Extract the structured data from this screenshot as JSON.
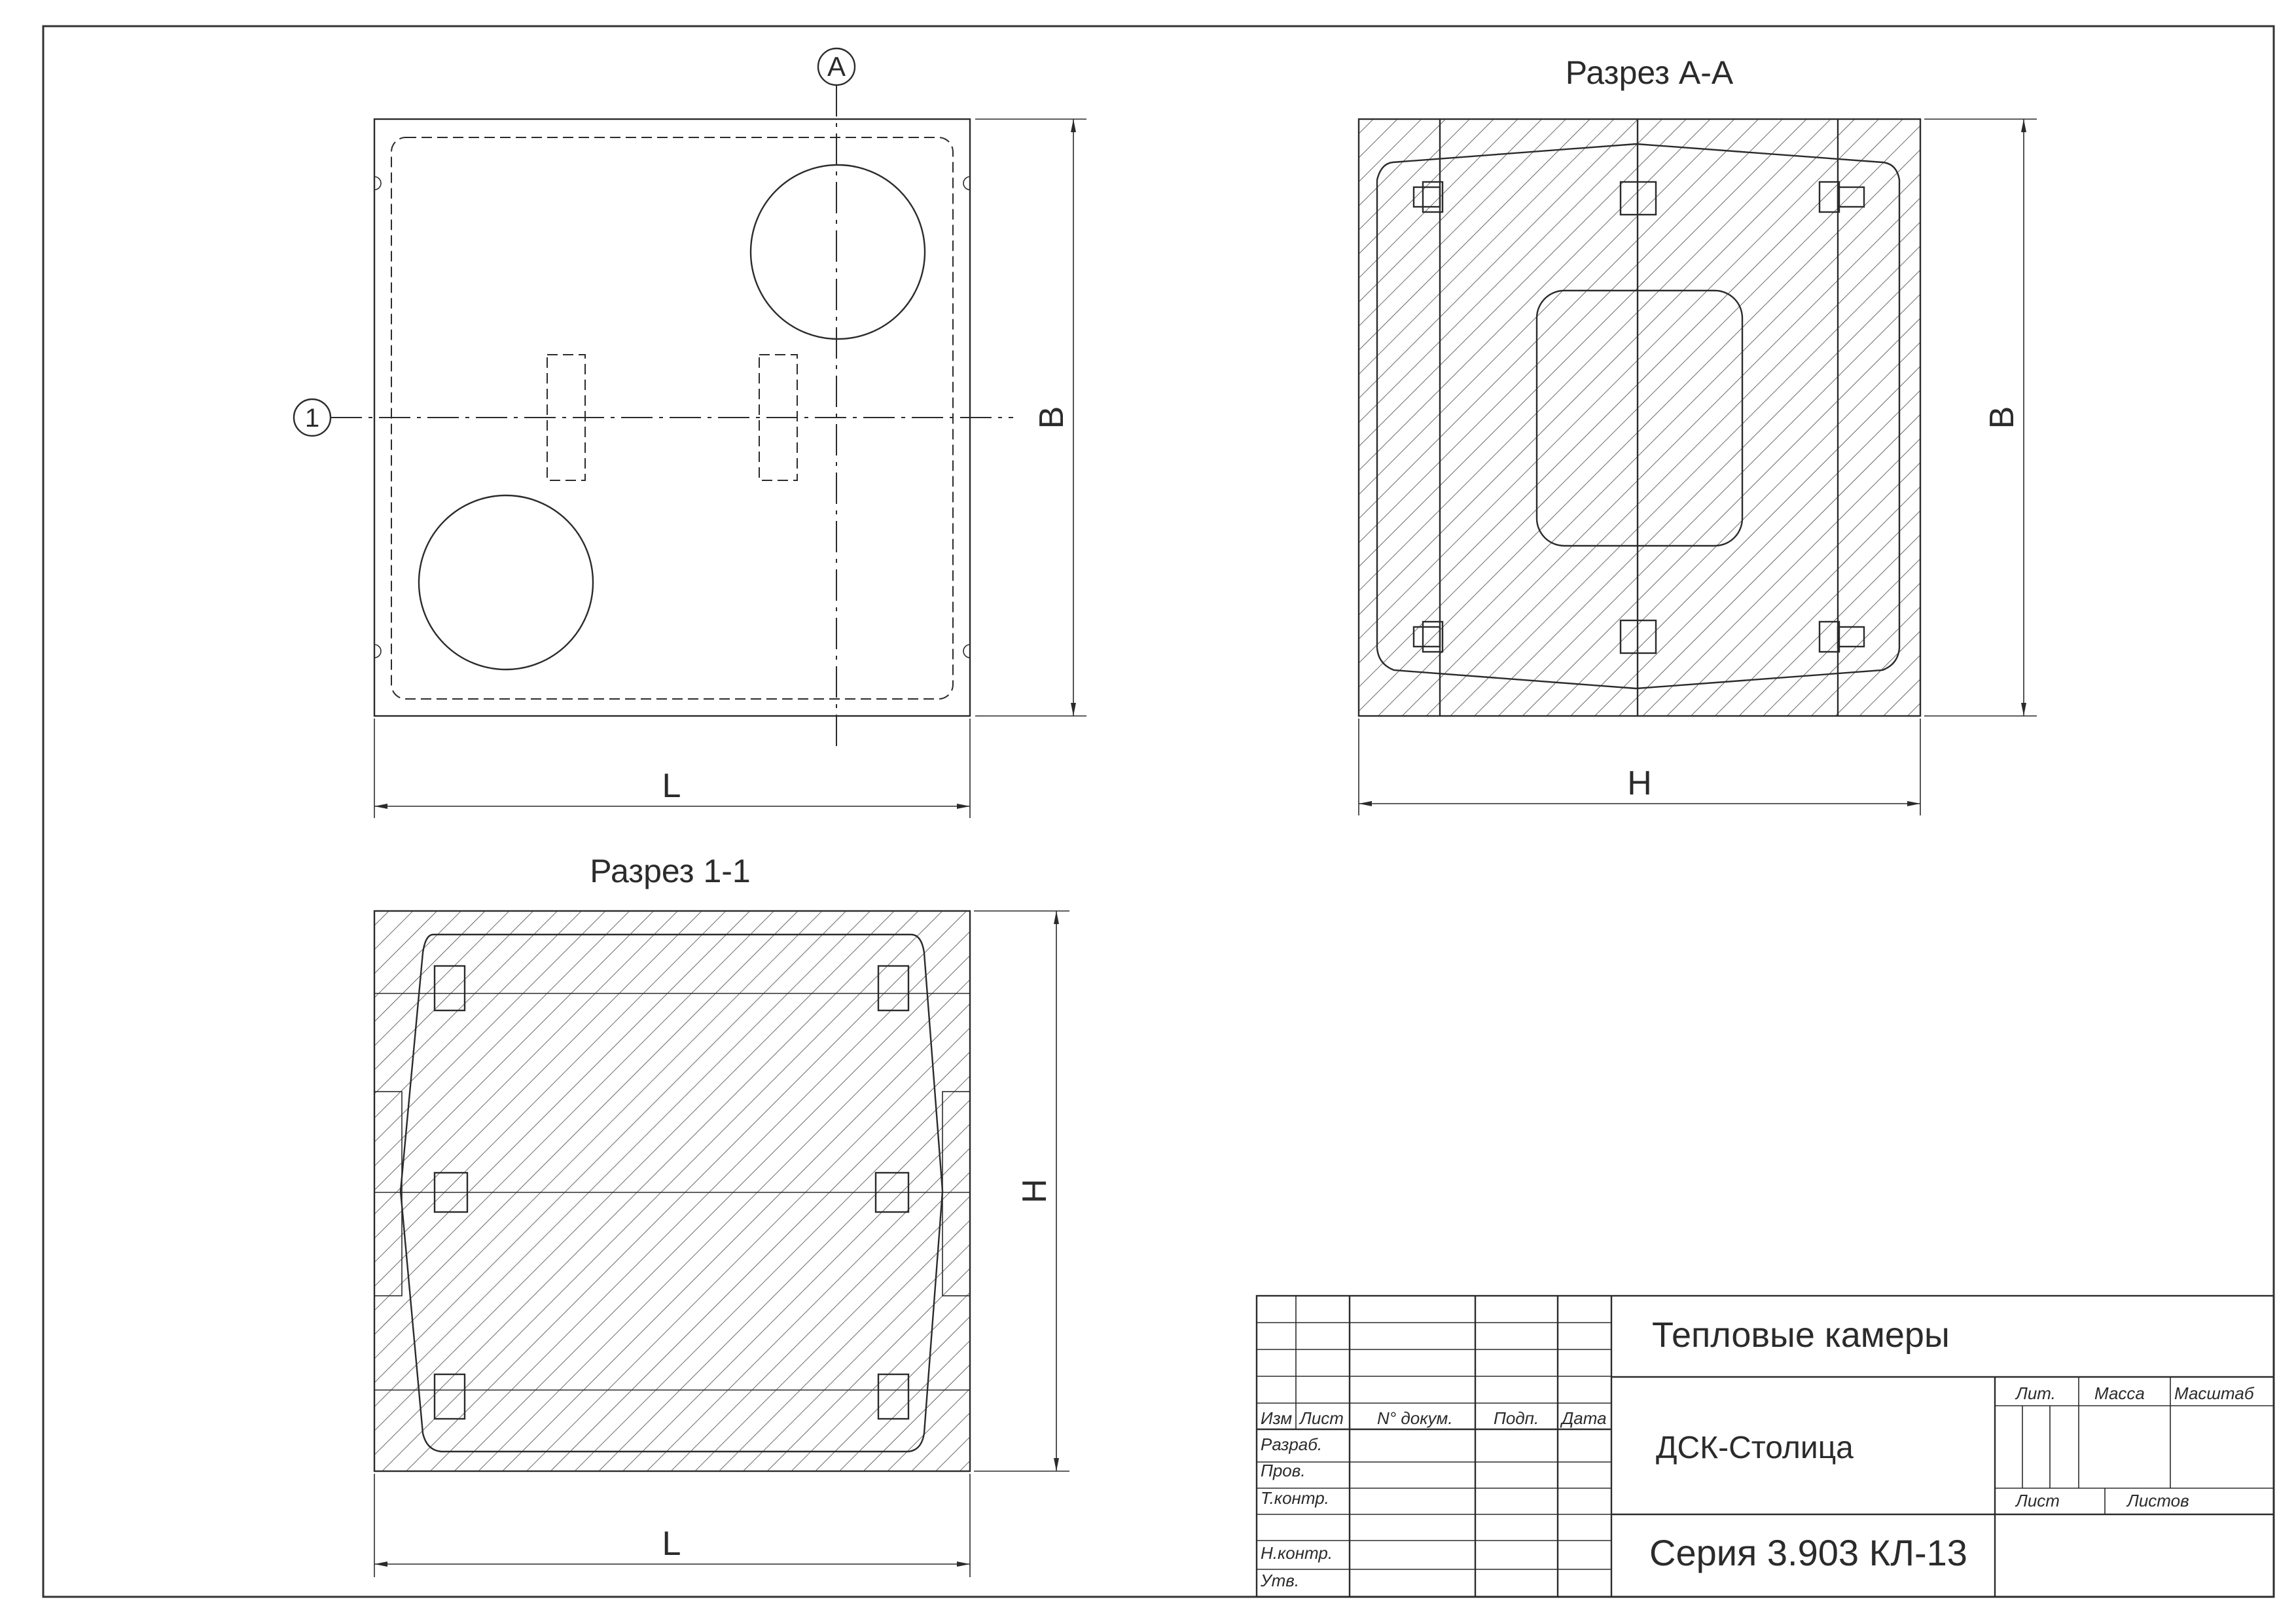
{
  "views": {
    "plan": {
      "marker_section": "A",
      "marker_axis": "1",
      "dim_width": "L",
      "dim_height": "B"
    },
    "section_aa": {
      "title": "Разрез А-А",
      "dim_width": "H",
      "dim_height": "B"
    },
    "section_11": {
      "title": "Разрез 1-1",
      "dim_width": "L",
      "dim_height": "H"
    }
  },
  "title_block": {
    "product_name": "Тепловые камеры",
    "organization": "ДСК-Столица",
    "series": "Серия 3.903 КЛ-13",
    "col_headers": [
      "Изм",
      "Лист",
      "N° докум.",
      "Подп.",
      "Дата"
    ],
    "row_labels": [
      "Разраб.",
      "Пров.",
      "Т.контр.",
      "",
      "Н.контр.",
      "Утв."
    ],
    "stage_label": "Лит.",
    "mass_label": "Масса",
    "scale_label": "Масштаб",
    "sheet_label": "Лист",
    "sheets_label": "Листов"
  },
  "colors": {
    "line": "#2b2b2b",
    "background": "#ffffff"
  }
}
